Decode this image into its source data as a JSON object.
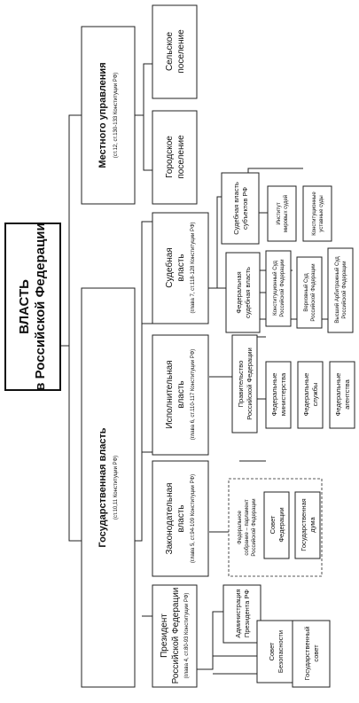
{
  "root": {
    "title": "ВЛАСТЬ",
    "subtitle": "в Российской Федерации"
  },
  "state": {
    "title": "Государственная власть",
    "ref": "(ст.10,11 Конституции РФ)",
    "branches": [
      {
        "title_lines": [
          "Президент",
          "Российской Федерации"
        ],
        "ref": "(глава 4, ст.80-93 Конституции РФ)",
        "children": [
          {
            "lines": [
              "Администрация",
              "Президента РФ"
            ]
          },
          {
            "lines": [
              "Совет",
              "Безопасности"
            ]
          },
          {
            "lines": [
              "Государственный",
              "совет"
            ]
          }
        ]
      },
      {
        "title_lines": [
          "Законодательная",
          "власть"
        ],
        "ref": "(глава 5, ст.94-109 Конституции РФ)",
        "group_lines": [
          "Федеральное",
          "собрание – парламент",
          "Российской Федерации"
        ],
        "children": [
          {
            "lines": [
              "Совет",
              "Федерации"
            ]
          },
          {
            "lines": [
              "Государственная",
              "дума"
            ]
          }
        ]
      },
      {
        "title_lines": [
          "Исполнительная",
          "власть"
        ],
        "ref": "(глава 6, ст.110-117 Конституции РФ)",
        "group_lines": [
          "Правительство",
          "Российской Федерации"
        ],
        "children": [
          {
            "lines": [
              "Федеральные",
              "министерства"
            ]
          },
          {
            "lines": [
              "Федеральные",
              "службы"
            ]
          },
          {
            "lines": [
              "Федеральные",
              "агентства"
            ]
          }
        ]
      },
      {
        "title_lines": [
          "Судебная",
          "власть"
        ],
        "ref": "(глава 7, ст.118-128 Конституции РФ)",
        "federal": {
          "lines": [
            "Федеральная",
            "судебная власть"
          ],
          "children": [
            {
              "lines": [
                "Конституционный Суд",
                "Российской Федерации"
              ]
            },
            {
              "lines": [
                "Верховный Суд",
                "Российской Федерации"
              ]
            },
            {
              "lines": [
                "Высший Арбитражный Суд",
                "Российской Федерации"
              ]
            }
          ]
        },
        "regional": {
          "lines": [
            "Судебная власть",
            "субъектов РФ"
          ],
          "children": [
            {
              "lines": [
                "Институт",
                "мировых судей"
              ]
            },
            {
              "lines": [
                "Конституционные",
                "уставные суды"
              ]
            }
          ]
        }
      }
    ]
  },
  "local": {
    "title": "Местного управления",
    "ref": "(ст.12, ст.130-133 Конституции РФ)",
    "children": [
      {
        "lines": [
          "Городское",
          "поселение"
        ]
      },
      {
        "lines": [
          "Сельское",
          "поселение"
        ]
      }
    ]
  }
}
